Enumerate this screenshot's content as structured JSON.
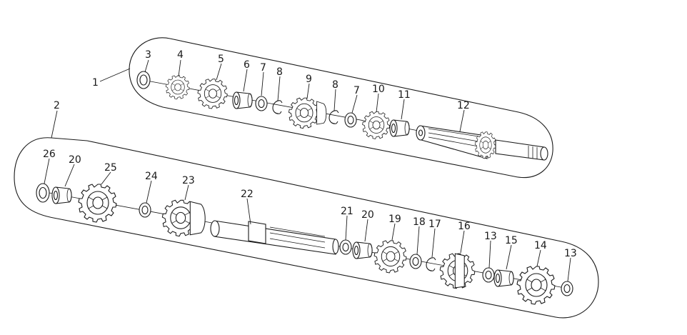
{
  "assemblies": [
    {
      "callout": "1"
    },
    {
      "callout": "2"
    }
  ],
  "parts": [
    {
      "callout": "3"
    },
    {
      "callout": "4"
    },
    {
      "callout": "5"
    },
    {
      "callout": "6"
    },
    {
      "callout": "7"
    },
    {
      "callout": "8"
    },
    {
      "callout": "9"
    },
    {
      "callout": "8"
    },
    {
      "callout": "7"
    },
    {
      "callout": "10"
    },
    {
      "callout": "11"
    },
    {
      "callout": "12"
    },
    {
      "callout": "26"
    },
    {
      "callout": "20"
    },
    {
      "callout": "25"
    },
    {
      "callout": "24"
    },
    {
      "callout": "23"
    },
    {
      "callout": "22"
    },
    {
      "callout": "21"
    },
    {
      "callout": "20"
    },
    {
      "callout": "19"
    },
    {
      "callout": "18"
    },
    {
      "callout": "17"
    },
    {
      "callout": "16"
    },
    {
      "callout": "13"
    },
    {
      "callout": "15"
    },
    {
      "callout": "14"
    },
    {
      "callout": "13"
    }
  ]
}
